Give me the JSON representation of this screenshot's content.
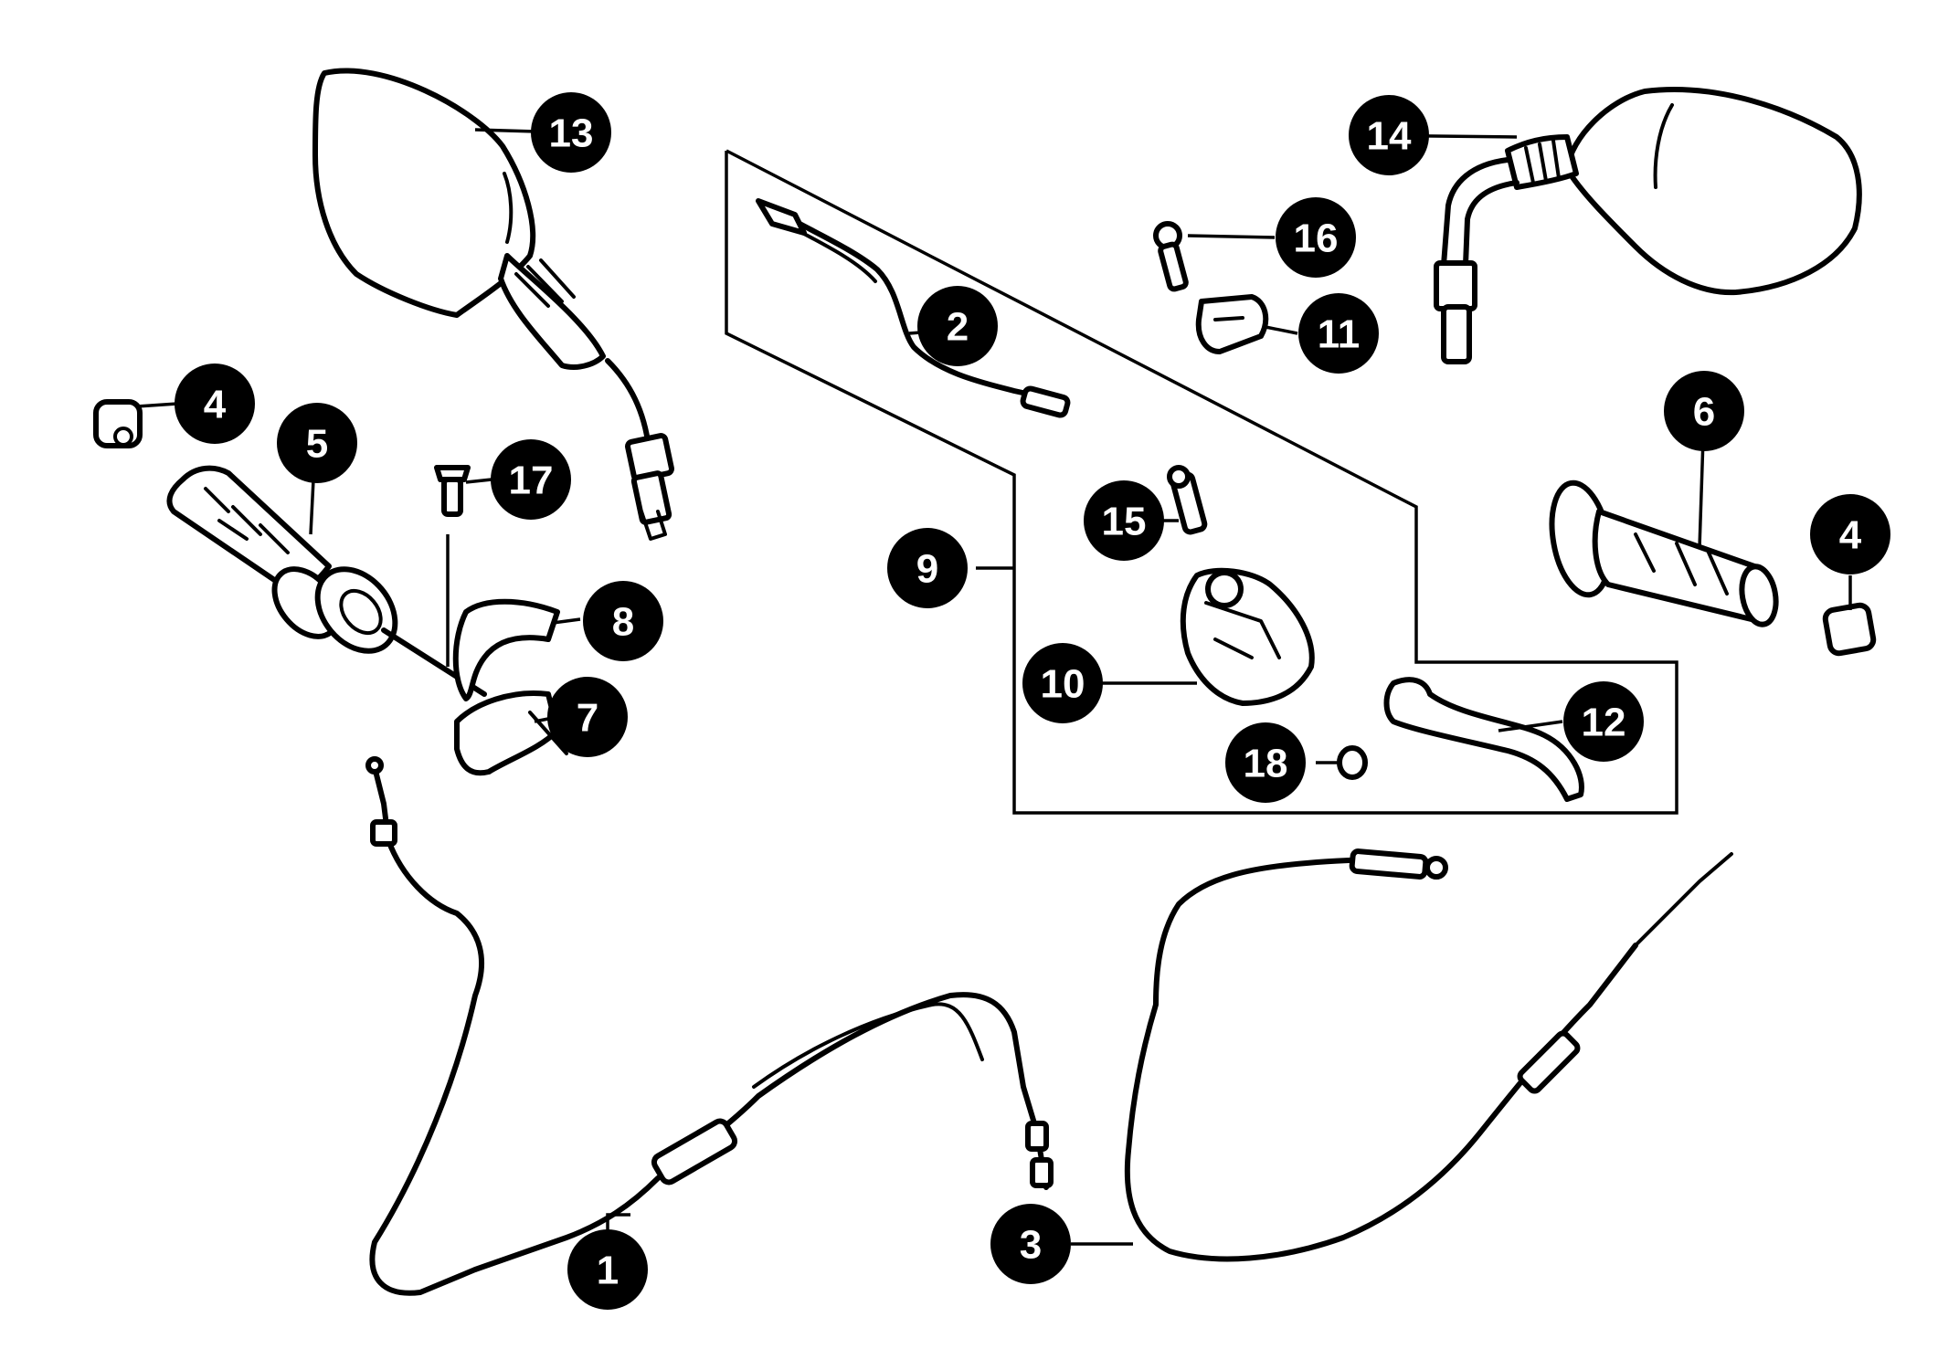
{
  "diagram": {
    "colors": {
      "ink": "#000000",
      "background": "#ffffff",
      "callout_text": "#ffffff"
    },
    "callouts": [
      {
        "key": "c1",
        "label": "1"
      },
      {
        "key": "c2",
        "label": "2"
      },
      {
        "key": "c3",
        "label": "3"
      },
      {
        "key": "c4a",
        "label": "4"
      },
      {
        "key": "c4b",
        "label": "4"
      },
      {
        "key": "c5",
        "label": "5"
      },
      {
        "key": "c6",
        "label": "6"
      },
      {
        "key": "c7",
        "label": "7"
      },
      {
        "key": "c8",
        "label": "8"
      },
      {
        "key": "c9",
        "label": "9"
      },
      {
        "key": "c10",
        "label": "10"
      },
      {
        "key": "c11",
        "label": "11"
      },
      {
        "key": "c12",
        "label": "12"
      },
      {
        "key": "c13",
        "label": "13"
      },
      {
        "key": "c14",
        "label": "14"
      },
      {
        "key": "c15",
        "label": "15"
      },
      {
        "key": "c16",
        "label": "16"
      },
      {
        "key": "c17",
        "label": "17"
      },
      {
        "key": "c18",
        "label": "18"
      }
    ]
  }
}
